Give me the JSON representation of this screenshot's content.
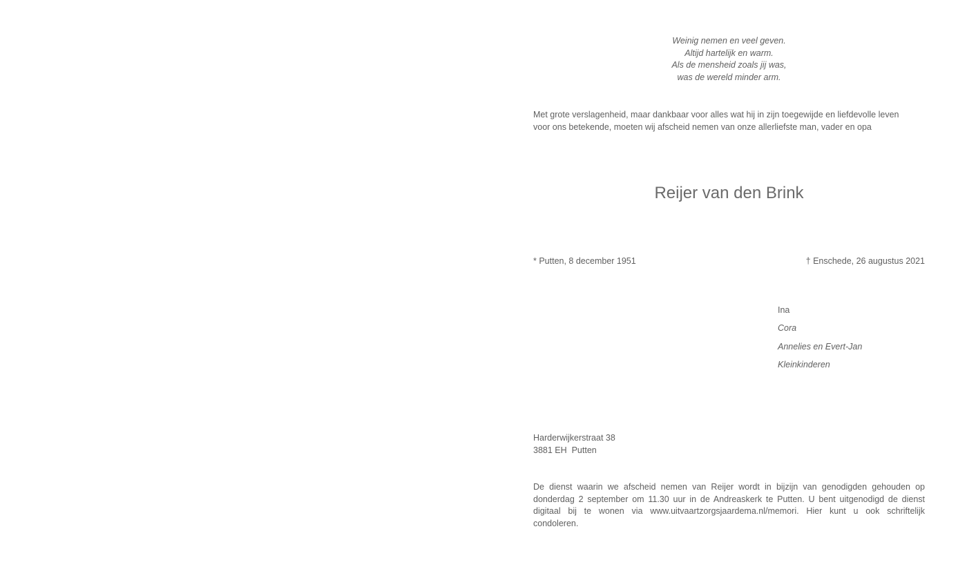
{
  "poem": {
    "lines": [
      "Weinig nemen en veel geven.",
      "Altijd hartelijk en warm.",
      "Als de mensheid zoals jij was,",
      "was de wereld minder arm."
    ]
  },
  "intro": {
    "lines": [
      "Met grote verslagenheid, maar dankbaar voor alles wat hij in zijn toegewijde en liefdevolle leven",
      "voor ons betekende, moeten wij afscheid nemen van onze allerliefste man, vader en opa"
    ]
  },
  "deceased_name": "Reijer van den Brink",
  "born": "* Putten, 8 december 1951",
  "died": "† Enschede, 26 augustus 2021",
  "family": {
    "members": [
      "Ina",
      "Cora",
      "Annelies en Evert-Jan",
      "Kleinkinderen"
    ]
  },
  "address": {
    "street": "Harderwijkerstraat 38",
    "postal_city": "3881 EH  Putten"
  },
  "service": {
    "lines": [
      "De dienst waarin we afscheid nemen van Reijer wordt in bijzijn van genodigden gehouden op",
      "donderdag 2 september om 11.30 uur in de Andreaskerk te Putten. U bent uitgenodigd de dienst",
      "digitaal bij te wonen via www.uitvaartzorgsjaardema.nl/memori. Hier kunt u ook schriftelijk",
      "condoleren."
    ]
  }
}
